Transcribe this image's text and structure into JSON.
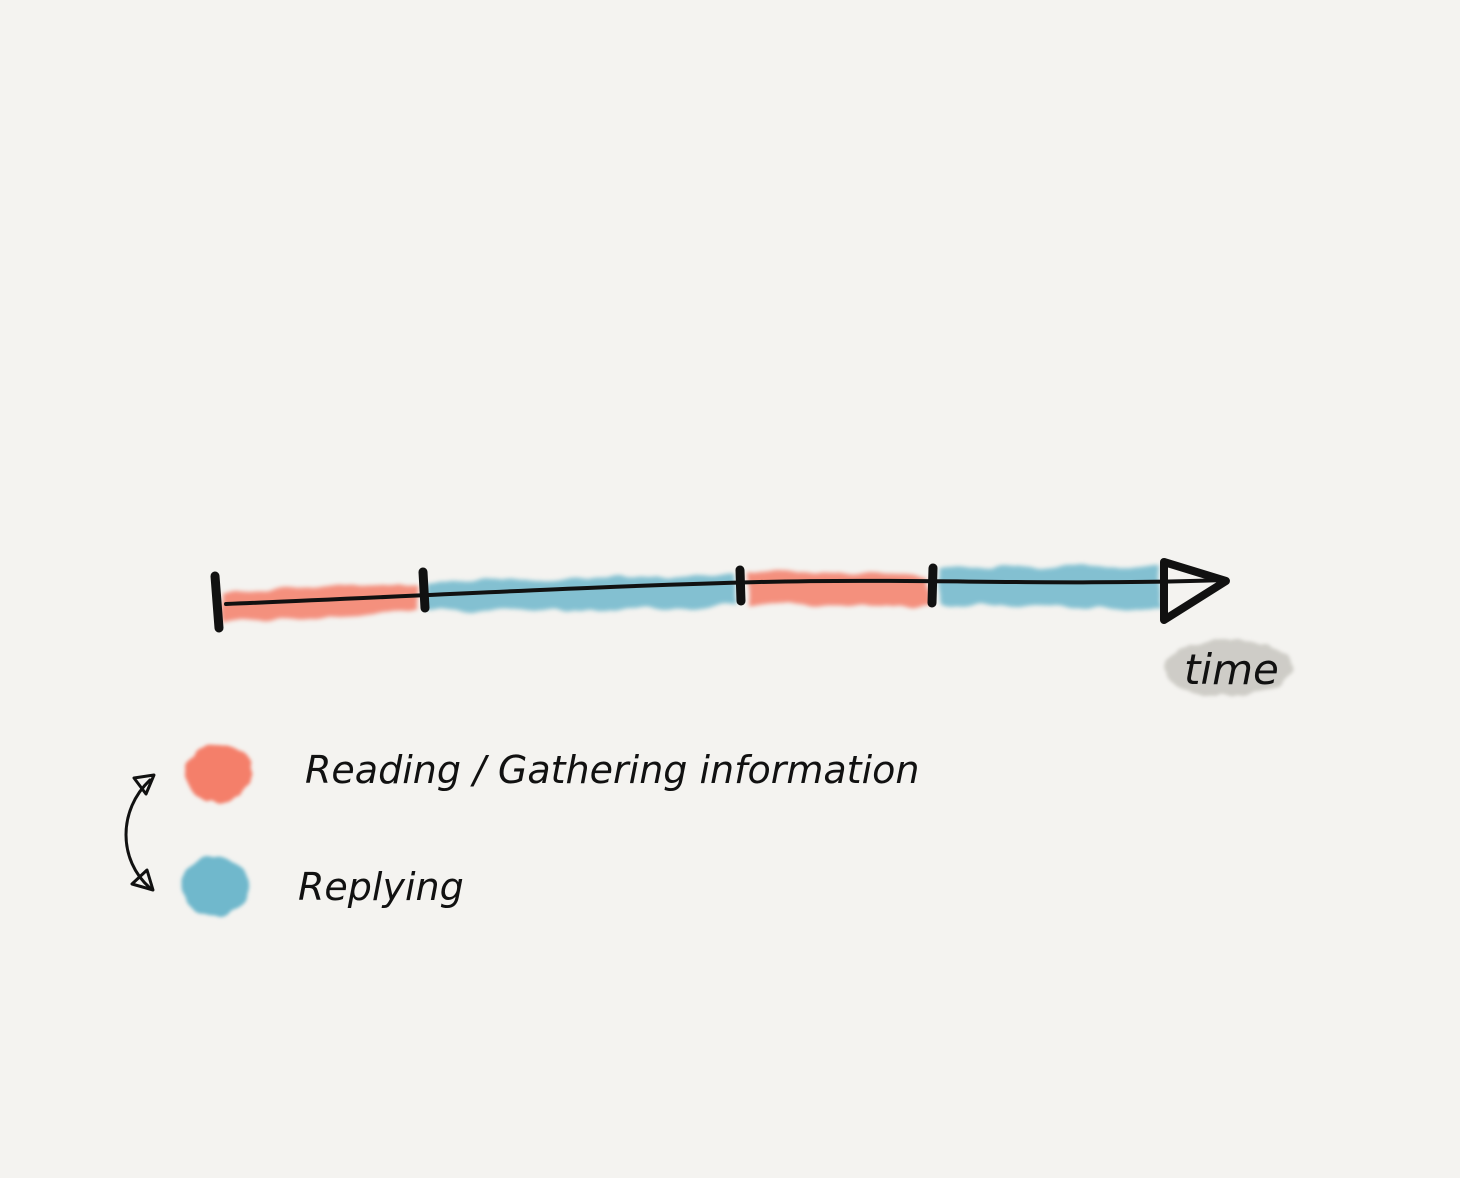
{
  "diagram": {
    "axis_label": "time",
    "legend": [
      {
        "label": "Reading / Gathering information",
        "color": "#f47f6b"
      },
      {
        "label": "Replying",
        "color": "#6fb8cc"
      }
    ],
    "segments": [
      {
        "activity": "Reading / Gathering information",
        "color": "#f47f6b"
      },
      {
        "activity": "Replying",
        "color": "#6fb8cc"
      },
      {
        "activity": "Reading / Gathering information",
        "color": "#f47f6b"
      },
      {
        "activity": "Replying",
        "color": "#6fb8cc"
      }
    ],
    "colors": {
      "background": "#f4f3f0",
      "ink": "#111111",
      "label_highlight": "#c8c6c0"
    }
  }
}
